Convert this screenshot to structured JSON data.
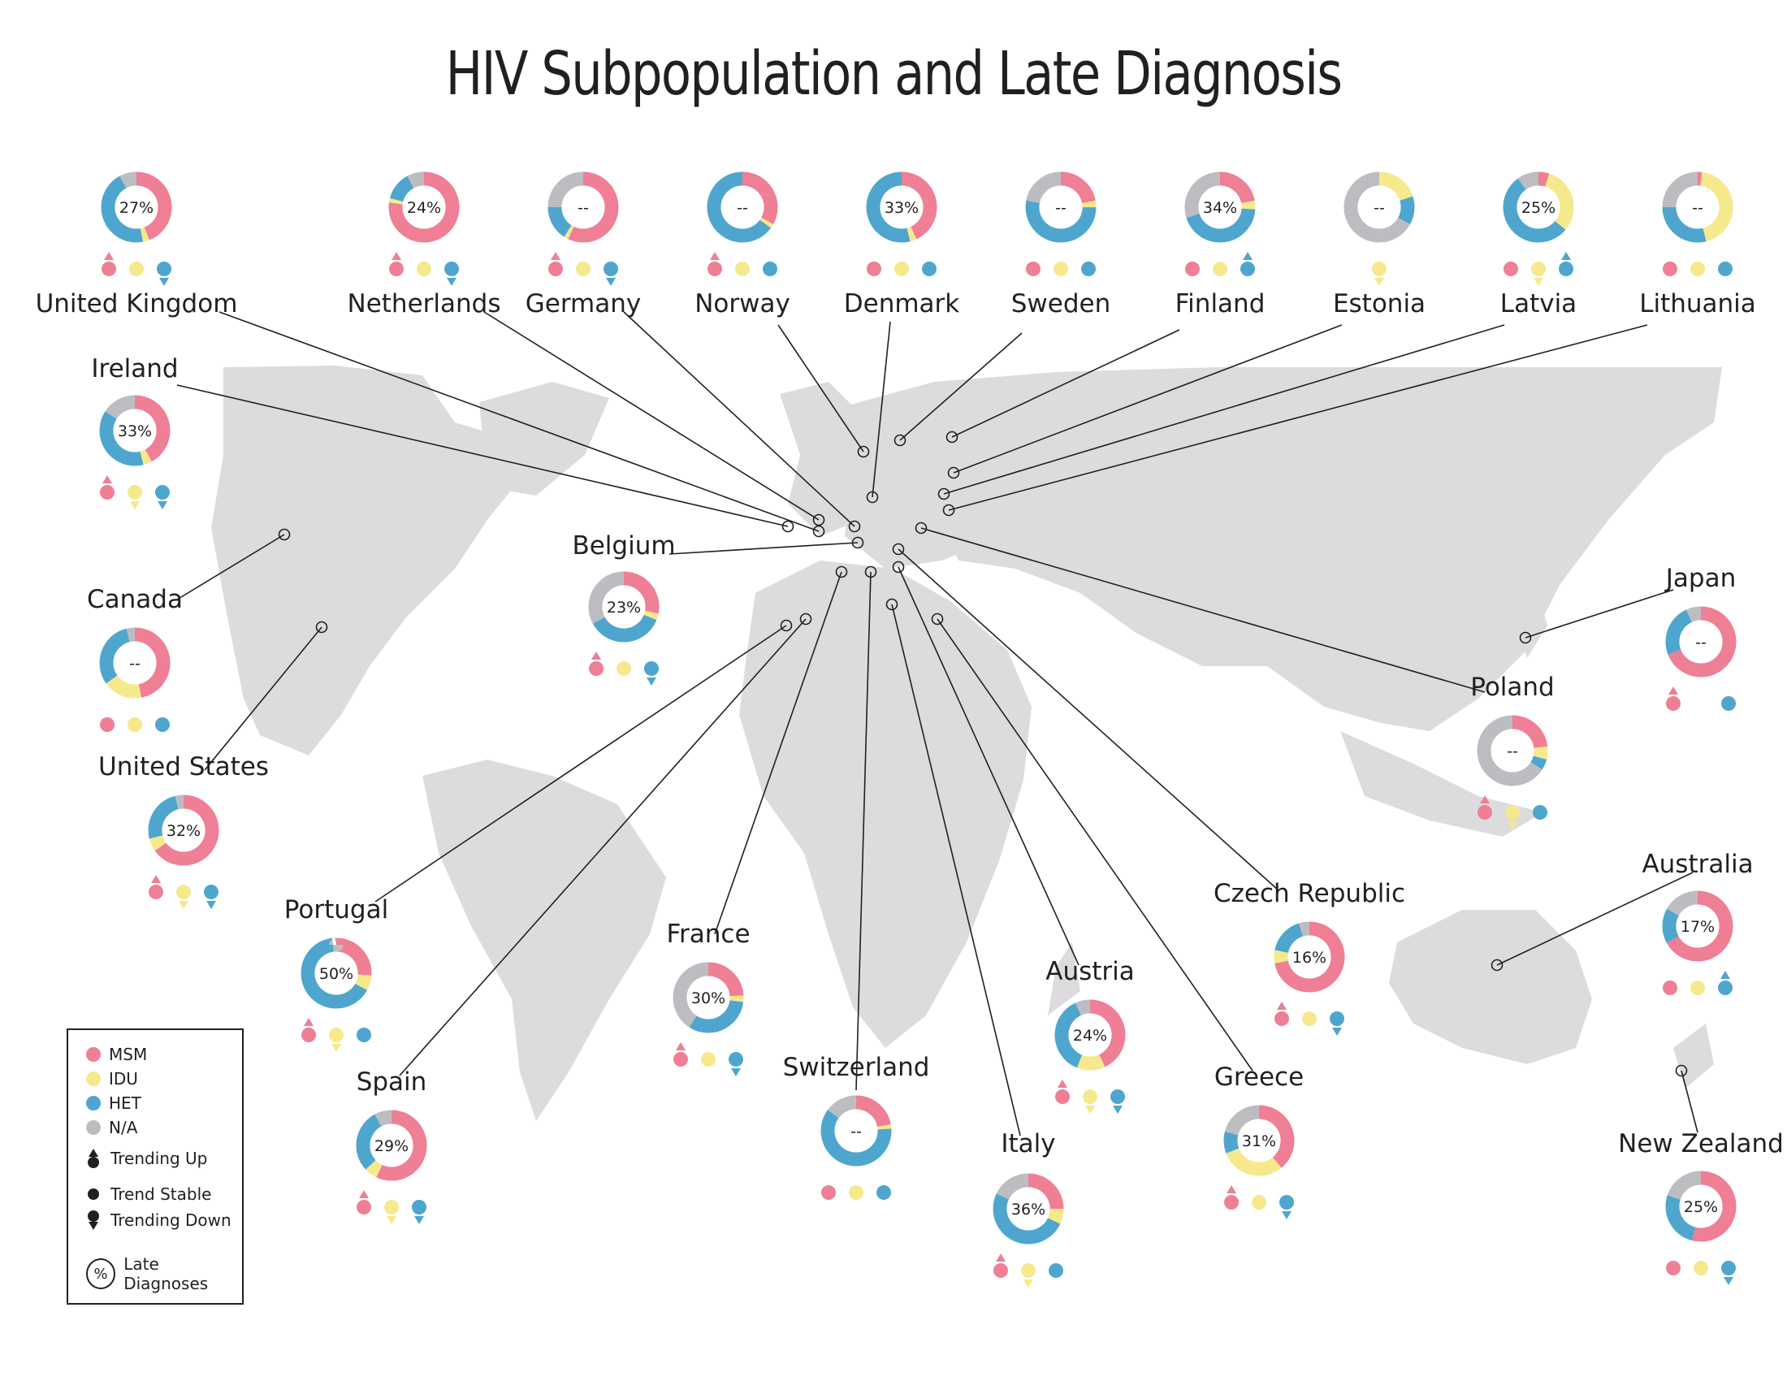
{
  "title": "HIV Subpopulation and Late Diagnosis",
  "colors": {
    "MSM": "#ee7f94",
    "IDU": "#f6e98c",
    "HET": "#4ea6cf",
    "NA": "#bdbdc1",
    "map": "#dcdcde",
    "line": "#231f20"
  },
  "legend": {
    "groups": [
      {
        "key": "MSM",
        "label": "MSM"
      },
      {
        "key": "IDU",
        "label": "IDU"
      },
      {
        "key": "HET",
        "label": "HET"
      },
      {
        "key": "NA",
        "label": "N/A"
      }
    ],
    "trend_up": "Trending Up",
    "trend_stable": "Trend Stable",
    "trend_down": "Trending Down",
    "pct_symbol": "%",
    "late": "Late Diagnoses"
  },
  "chart_data": {
    "type": "pie",
    "segments_order": [
      "MSM",
      "IDU",
      "HET",
      "N/A"
    ],
    "trend_order": [
      "MSM",
      "IDU",
      "HET"
    ],
    "countries": [
      {
        "name": "United Kingdom",
        "late": "27%",
        "shares": [
          44,
          3,
          45,
          8
        ],
        "trends": [
          "up",
          "stable",
          "down"
        ]
      },
      {
        "name": "Netherlands",
        "late": "24%",
        "shares": [
          77,
          2,
          13,
          8
        ],
        "trends": [
          "up",
          "stable",
          "down"
        ]
      },
      {
        "name": "Germany",
        "late": "--",
        "shares": [
          57,
          2,
          16,
          25
        ],
        "trends": [
          "up",
          "stable",
          "down"
        ]
      },
      {
        "name": "Norway",
        "late": "--",
        "shares": [
          33,
          2,
          65,
          0
        ],
        "trends": [
          "up",
          "stable",
          "stable"
        ]
      },
      {
        "name": "Denmark",
        "late": "33%",
        "shares": [
          43,
          3,
          54,
          0
        ],
        "trends": [
          "stable",
          "stable",
          "stable"
        ]
      },
      {
        "name": "Sweden",
        "late": "--",
        "shares": [
          22,
          3,
          53,
          22
        ],
        "trends": [
          "stable",
          "stable",
          "stable"
        ]
      },
      {
        "name": "Finland",
        "late": "34%",
        "shares": [
          22,
          4,
          44,
          30
        ],
        "trends": [
          "stable",
          "stable",
          "up"
        ]
      },
      {
        "name": "Estonia",
        "late": "--",
        "shares": [
          0,
          20,
          13,
          67
        ],
        "trends": [
          "none",
          "down",
          "none"
        ]
      },
      {
        "name": "Latvia",
        "late": "25%",
        "shares": [
          5,
          31,
          54,
          10
        ],
        "trends": [
          "stable",
          "down",
          "up"
        ]
      },
      {
        "name": "Lithuania",
        "late": "--",
        "shares": [
          2,
          44,
          29,
          25
        ],
        "trends": [
          "stable",
          "stable",
          "stable"
        ]
      },
      {
        "name": "Ireland",
        "late": "33%",
        "shares": [
          42,
          4,
          38,
          16
        ],
        "trends": [
          "up",
          "down",
          "down"
        ]
      },
      {
        "name": "Canada",
        "late": "--",
        "shares": [
          47,
          18,
          31,
          4
        ],
        "trends": [
          "stable",
          "stable",
          "stable"
        ]
      },
      {
        "name": "United States",
        "late": "32%",
        "shares": [
          65,
          6,
          25,
          4
        ],
        "trends": [
          "up",
          "down",
          "down"
        ]
      },
      {
        "name": "Belgium",
        "late": "23%",
        "shares": [
          28,
          3,
          36,
          33
        ],
        "trends": [
          "up",
          "stable",
          "down"
        ]
      },
      {
        "name": "Japan",
        "late": "--",
        "shares": [
          69,
          0,
          24,
          7
        ],
        "trends": [
          "up",
          "none",
          "stable"
        ]
      },
      {
        "name": "Poland",
        "late": "--",
        "shares": [
          23,
          6,
          5,
          66
        ],
        "trends": [
          "up",
          "down",
          "stable"
        ]
      },
      {
        "name": "Portugal",
        "late": "50%",
        "shares": [
          26,
          7,
          65,
          2
        ],
        "trends": [
          "up",
          "down",
          "stable"
        ]
      },
      {
        "name": "France",
        "late": "30%",
        "shares": [
          24,
          3,
          32,
          41
        ],
        "trends": [
          "up",
          "stable",
          "down"
        ]
      },
      {
        "name": "Switzerland",
        "late": "--",
        "shares": [
          22,
          2,
          61,
          15
        ],
        "trends": [
          "stable",
          "stable",
          "stable"
        ]
      },
      {
        "name": "Austria",
        "late": "24%",
        "shares": [
          43,
          13,
          37,
          7
        ],
        "trends": [
          "up",
          "down",
          "down"
        ]
      },
      {
        "name": "Italy",
        "late": "36%",
        "shares": [
          25,
          7,
          50,
          18
        ],
        "trends": [
          "up",
          "down",
          "stable"
        ]
      },
      {
        "name": "Greece",
        "late": "31%",
        "shares": [
          39,
          30,
          10,
          21
        ],
        "trends": [
          "up",
          "stable",
          "down"
        ]
      },
      {
        "name": "Czech Republic",
        "late": "16%",
        "shares": [
          72,
          6,
          17,
          5
        ],
        "trends": [
          "up",
          "stable",
          "down"
        ]
      },
      {
        "name": "Australia",
        "late": "17%",
        "shares": [
          67,
          0,
          16,
          17
        ],
        "trends": [
          "stable",
          "stable",
          "up"
        ]
      },
      {
        "name": "Spain",
        "late": "29%",
        "shares": [
          57,
          6,
          29,
          8
        ],
        "trends": [
          "up",
          "down",
          "down"
        ]
      },
      {
        "name": "New Zealand",
        "late": "25%",
        "shares": [
          54,
          0,
          26,
          20
        ],
        "trends": [
          "stable",
          "stable",
          "down"
        ]
      }
    ]
  }
}
